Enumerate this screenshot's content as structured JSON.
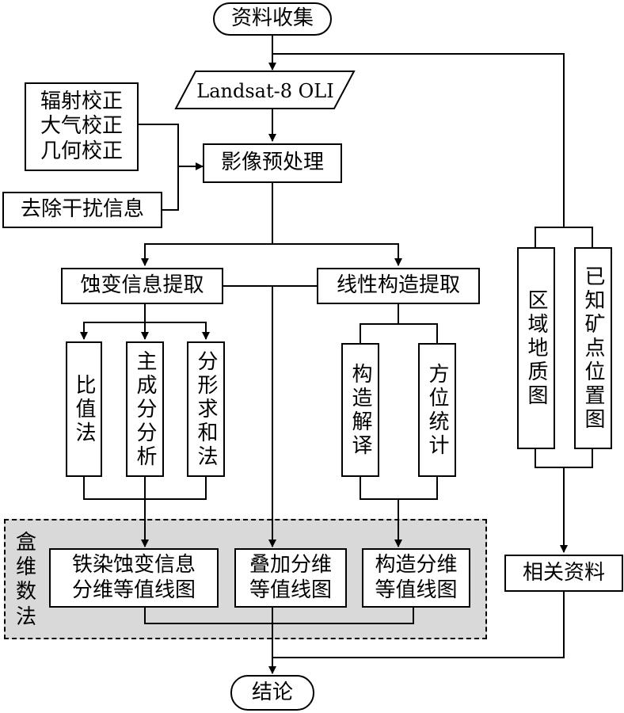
{
  "nodes": {
    "data_collection": "资料收集",
    "landsat": "Landsat-8 OLI",
    "corrections": [
      "辐射校正",
      "大气校正",
      "几何校正"
    ],
    "remove_interference": "去除干扰信息",
    "preprocess": "影像预处理",
    "alteration_extract": "蚀变信息提取",
    "linear_extract": "线性构造提取",
    "ratio_method": "比值法",
    "pca": "主成分分析",
    "fractal": "分形求和法",
    "structure_interp": "构造解译",
    "azimuth_stats": "方位统计",
    "regional_geology": "区域地质图",
    "known_deposits": "已知矿点位置图",
    "related_data": "相关资料",
    "box_dimension_label": [
      "盒",
      "维",
      "数",
      "法"
    ],
    "fe_alteration_map": [
      "铁染蚀变信息",
      "分维等值线图"
    ],
    "overlay_map": [
      "叠加分维",
      "等值线图"
    ],
    "structure_map": [
      "构造分维",
      "等值线图"
    ],
    "conclusion": "结论"
  }
}
